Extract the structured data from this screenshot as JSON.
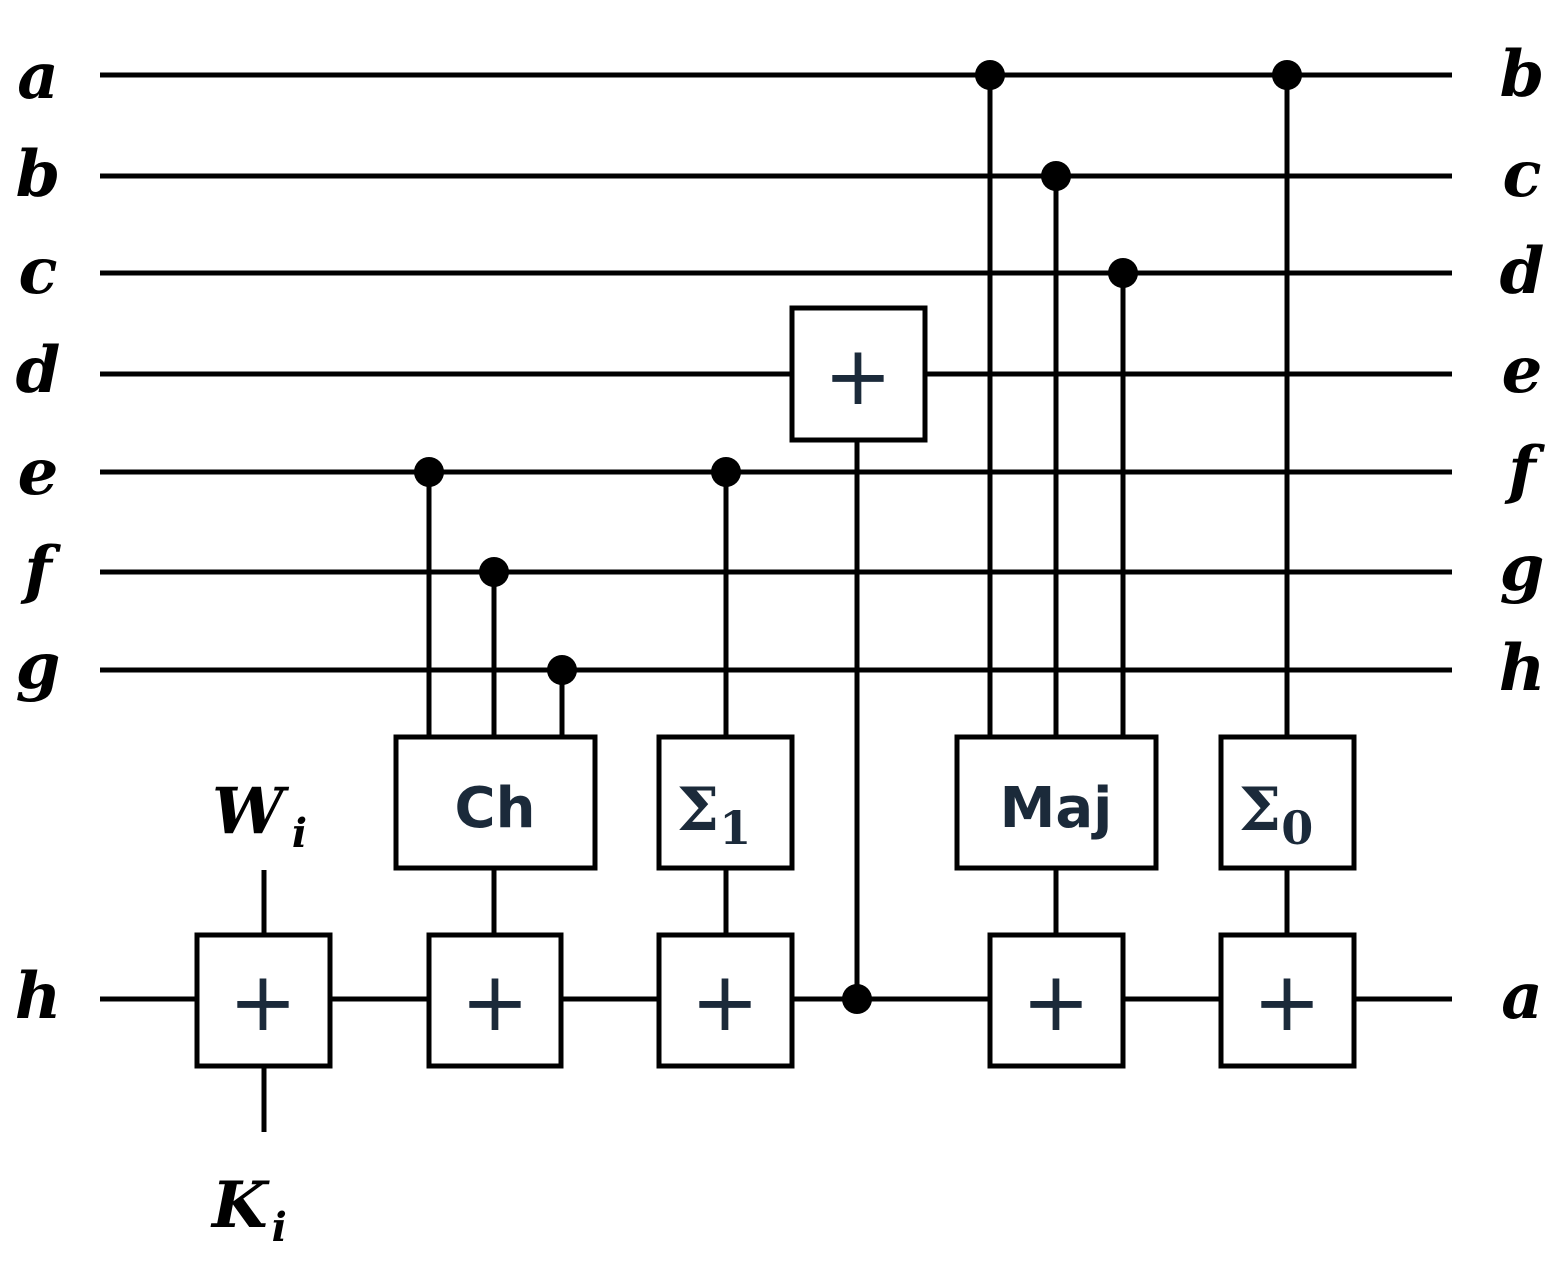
{
  "wires": {
    "input_labels": [
      "a",
      "b",
      "c",
      "d",
      "e",
      "f",
      "g",
      "h"
    ],
    "output_labels": [
      "b",
      "c",
      "d",
      "e",
      "f",
      "g",
      "h",
      "a"
    ]
  },
  "gates": {
    "adder_symbol": "+",
    "ch_label": "Ch",
    "maj_label": "Maj",
    "sigma_symbol": "Σ",
    "sigma1_subscript": "1",
    "sigma0_subscript": "0"
  },
  "inputs": {
    "w_base": "W",
    "w_subscript": "i",
    "k_base": "K",
    "k_subscript": "i"
  }
}
